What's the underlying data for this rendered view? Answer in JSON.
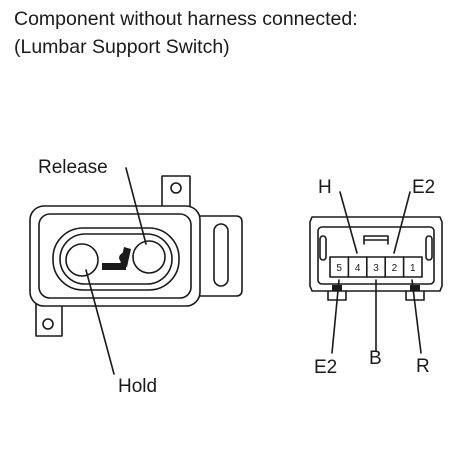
{
  "caption": {
    "line1": "Component without harness connected:",
    "line2": "(Lumbar Support Switch)"
  },
  "switch": {
    "release_label": "Release",
    "hold_label": "Hold"
  },
  "connector": {
    "pins": [
      {
        "number": "5"
      },
      {
        "number": "4"
      },
      {
        "number": "3"
      },
      {
        "number": "2"
      },
      {
        "number": "1"
      }
    ],
    "terminal_labels": {
      "pin4": "H",
      "pin2": "E2",
      "pin5": "E2",
      "pin3": "B",
      "pin1": "R"
    }
  }
}
